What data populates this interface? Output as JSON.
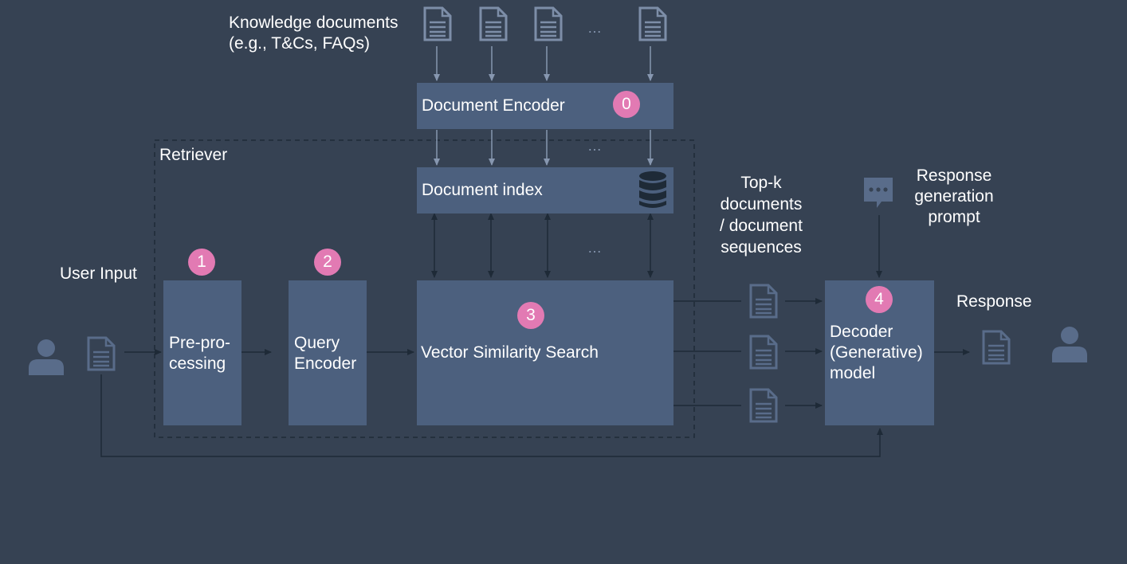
{
  "inputs": {
    "knowledge_documents": [
      "Knowledge documents",
      "(e.g., T&Cs, FAQs)"
    ],
    "user_input": "User Input",
    "response_prompt": [
      "Response",
      "generation",
      "prompt"
    ]
  },
  "retriever": {
    "label": "Retriever",
    "document_encoder": {
      "label": "Document Encoder",
      "step": "0"
    },
    "document_index": {
      "label": "Document index",
      "icon": "database-icon"
    },
    "preprocessing": {
      "label": [
        "Pre-pro-",
        "cessing"
      ],
      "step": "1"
    },
    "query_encoder": {
      "label": [
        "Query",
        "Encoder"
      ],
      "step": "2"
    },
    "vector_search": {
      "label": "Vector Similarity Search",
      "step": "3"
    }
  },
  "topk": [
    "Top-k",
    "documents",
    "/ document",
    "sequences"
  ],
  "decoder": {
    "label": [
      "Decoder",
      "(Generative)",
      "model"
    ],
    "step": "4"
  },
  "output": {
    "response": "Response"
  },
  "ellipsis": "…",
  "colors": {
    "background": "#364253",
    "box": "#4c607e",
    "badge": "#e27ab3",
    "line": "#1e2a37",
    "icon": "#596c8a"
  }
}
